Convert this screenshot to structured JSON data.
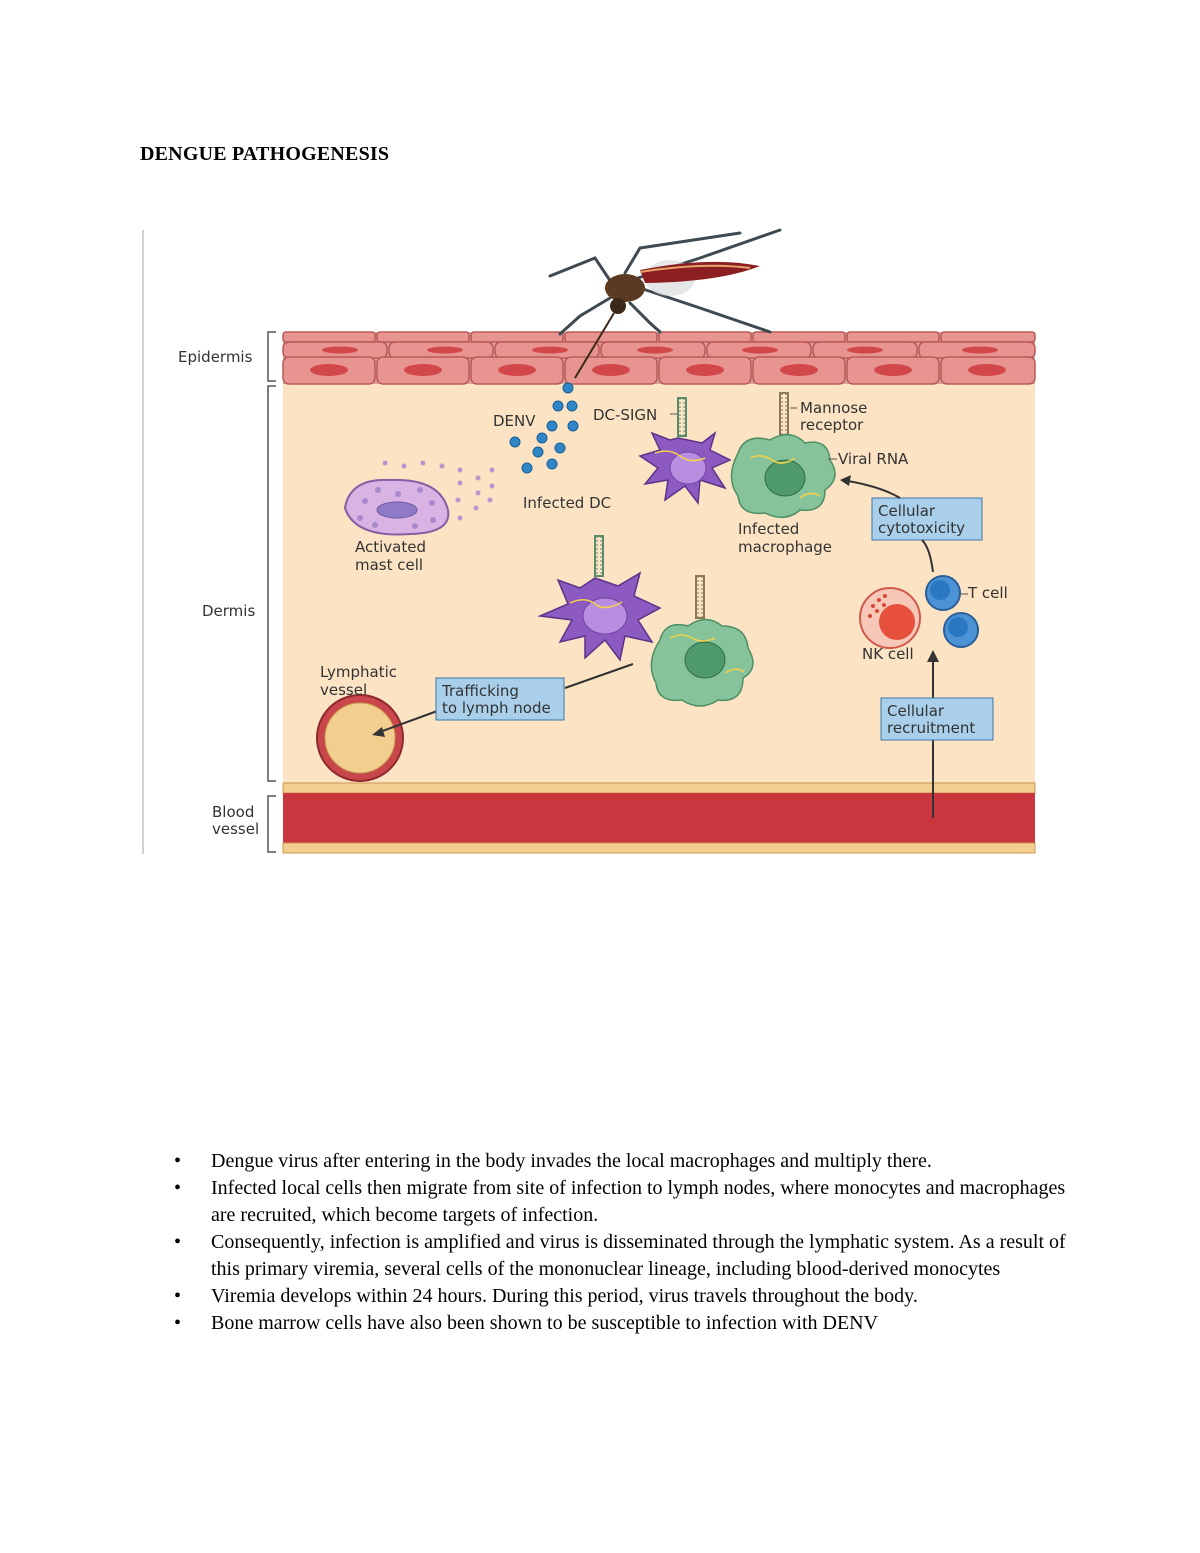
{
  "document": {
    "title": "DENGUE PATHOGENESIS"
  },
  "figure": {
    "layers": {
      "epidermis": "Epidermis",
      "dermis": "Dermis",
      "blood_vessel": [
        "Blood",
        "vessel"
      ]
    },
    "labels": {
      "denv": "DENV",
      "dc_sign": "DC-SIGN",
      "mannose_receptor": [
        "Mannose",
        "receptor"
      ],
      "viral_rna": "Viral RNA",
      "infected_dc": "Infected DC",
      "infected_macrophage": [
        "Infected",
        "macrophage"
      ],
      "activated_mast_cell": [
        "Activated",
        "mast cell"
      ],
      "cellular_cytotoxicity": [
        "Cellular",
        "cytotoxicity"
      ],
      "t_cell": "T cell",
      "nk_cell": "NK cell",
      "lymphatic_vessel": [
        "Lymphatic",
        "vessel"
      ],
      "trafficking": [
        "Trafficking",
        "to lymph node"
      ],
      "cellular_recruitment": [
        "Cellular",
        "recruitment"
      ]
    }
  },
  "bullets": [
    "Dengue virus after entering in the body invades the local macrophages and multiply there.",
    "Infected local cells then migrate from site of infection to lymph nodes, where monocytes and macrophages are recruited, which become targets of infection.",
    "Consequently, infection is amplified and virus is disseminated through the lymphatic system. As a result of this primary viremia, several cells of the mononuclear lineage, including blood-derived monocytes",
    "Viremia develops within 24 hours. During this period, virus travels throughout the body.",
    "Bone marrow cells have also been shown to be susceptible to infection with DENV"
  ]
}
